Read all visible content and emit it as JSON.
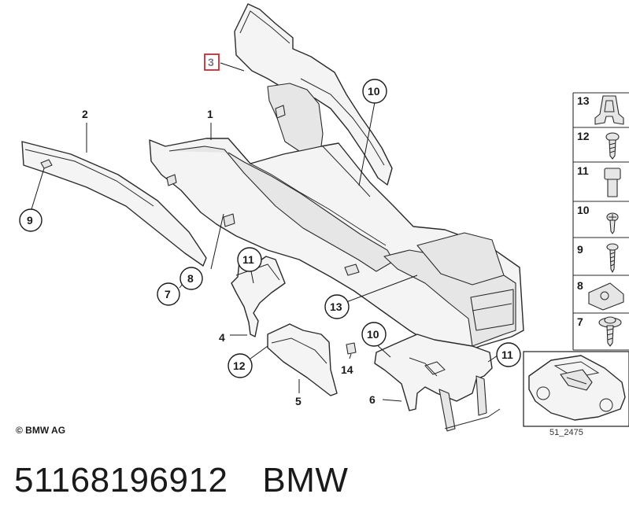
{
  "callouts": {
    "c1": "1",
    "c2": "2",
    "c3": "3",
    "c4": "4",
    "c5": "5",
    "c6": "6",
    "c7": "7",
    "c8": "8",
    "c9": "9",
    "c10a": "10",
    "c10b": "10",
    "c11a": "11",
    "c11b": "11",
    "c12": "12",
    "c13": "13",
    "c14": "14"
  },
  "legend": {
    "l13": "13",
    "l12": "12",
    "l11": "11",
    "l10": "10",
    "l9": "9",
    "l8": "8",
    "l7": "7"
  },
  "copyright": "© BMW AG",
  "ref_code": "51_2475",
  "footer": {
    "part_number": "51168196912",
    "brand": "BMW"
  },
  "colors": {
    "highlight": "#d0282c",
    "line": "#1a1a1a",
    "part_fill": "#f4f4f4"
  }
}
